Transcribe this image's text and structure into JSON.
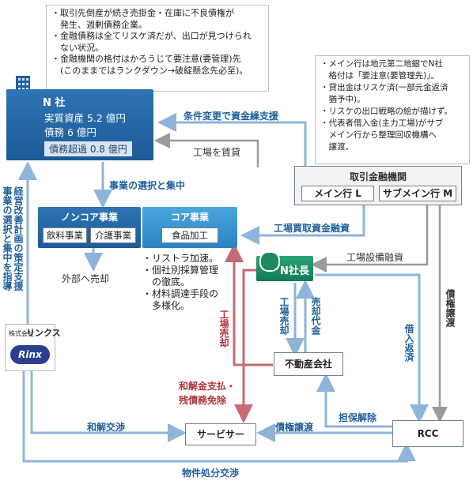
{
  "top_note": [
    "・取引先倒産が続き売掛金・在庫に不良債権が",
    "　発生、週剰債務企業。",
    "・金融債務は全てリスケ済だが、出口が見つけられ",
    "　ない状況。",
    "・金融機関の格付はかろうじて要注意(要管理)先",
    "　(このままではランクダウン→破綻懸念先必至)。"
  ],
  "right_note": [
    "・メイン行は地元第二地銀でN社",
    "　格付は「要注意(要管理先)」。",
    "・貸出金はリスケ済(一部元金返済",
    "　猶予中)。",
    "・リスケの出口戦略の絵が描けず。",
    "・代表者借入金(主力工場)がサブ",
    "　メイン行から整理回収機構へ",
    "　譲渡。"
  ],
  "company": {
    "name": "N 社",
    "assets": "実質資産 5.2 億円",
    "debt": "債務 6 億円",
    "excess": "債務超過 0.8 億円"
  },
  "banks": {
    "title": "取引金融機関",
    "main": "メイン行 L",
    "sub": "サブメイン行 M"
  },
  "noncore": {
    "title": "ノンコア事業",
    "item1": "飲料事業",
    "item2": "介護事業"
  },
  "core": {
    "title": "コア事業",
    "item1": "食品加工"
  },
  "core_notes": [
    "・リストラ加速。",
    "・個社別採算管理",
    "　の徹底。",
    "・材料調達手段の",
    "　多様化。"
  ],
  "president": "N社長",
  "realestate": "不動産会社",
  "servicer": "サービサー",
  "rcc": "RCC",
  "consultant": {
    "line1": "株式会社",
    "line2": "リンクス",
    "logo": "Rinx"
  },
  "labels": {
    "restructure": "条件変更で資金繰支援",
    "lease": "工場を賃貸",
    "select": "事業の選択と集中",
    "sell_out": "外部へ売却",
    "buyback": "工場買取資金融資",
    "equip": "工場設備融資",
    "factory_sale1": "工場",
    "factory_sale2": "売却",
    "sale_price1": "売却",
    "sale_price2": "代金",
    "factory_sale_red": "工場売却",
    "borrow": "借入返済",
    "transfer": "債権譲渡",
    "settlement1": "和解金支払・",
    "settlement2": "残債務免除",
    "release": "担保解除",
    "negotiate": "和解交渉",
    "transfer2": "債権譲渡",
    "disposal": "物件処分交渉",
    "plan": "経営改善計画の策定支援",
    "guide": "事業の選択と集中を指導"
  },
  "colors": {
    "blue": "#1f5f9c",
    "arrow": "#8fb4d9",
    "red": "#b2343c",
    "gray": "#9a9a9a"
  }
}
